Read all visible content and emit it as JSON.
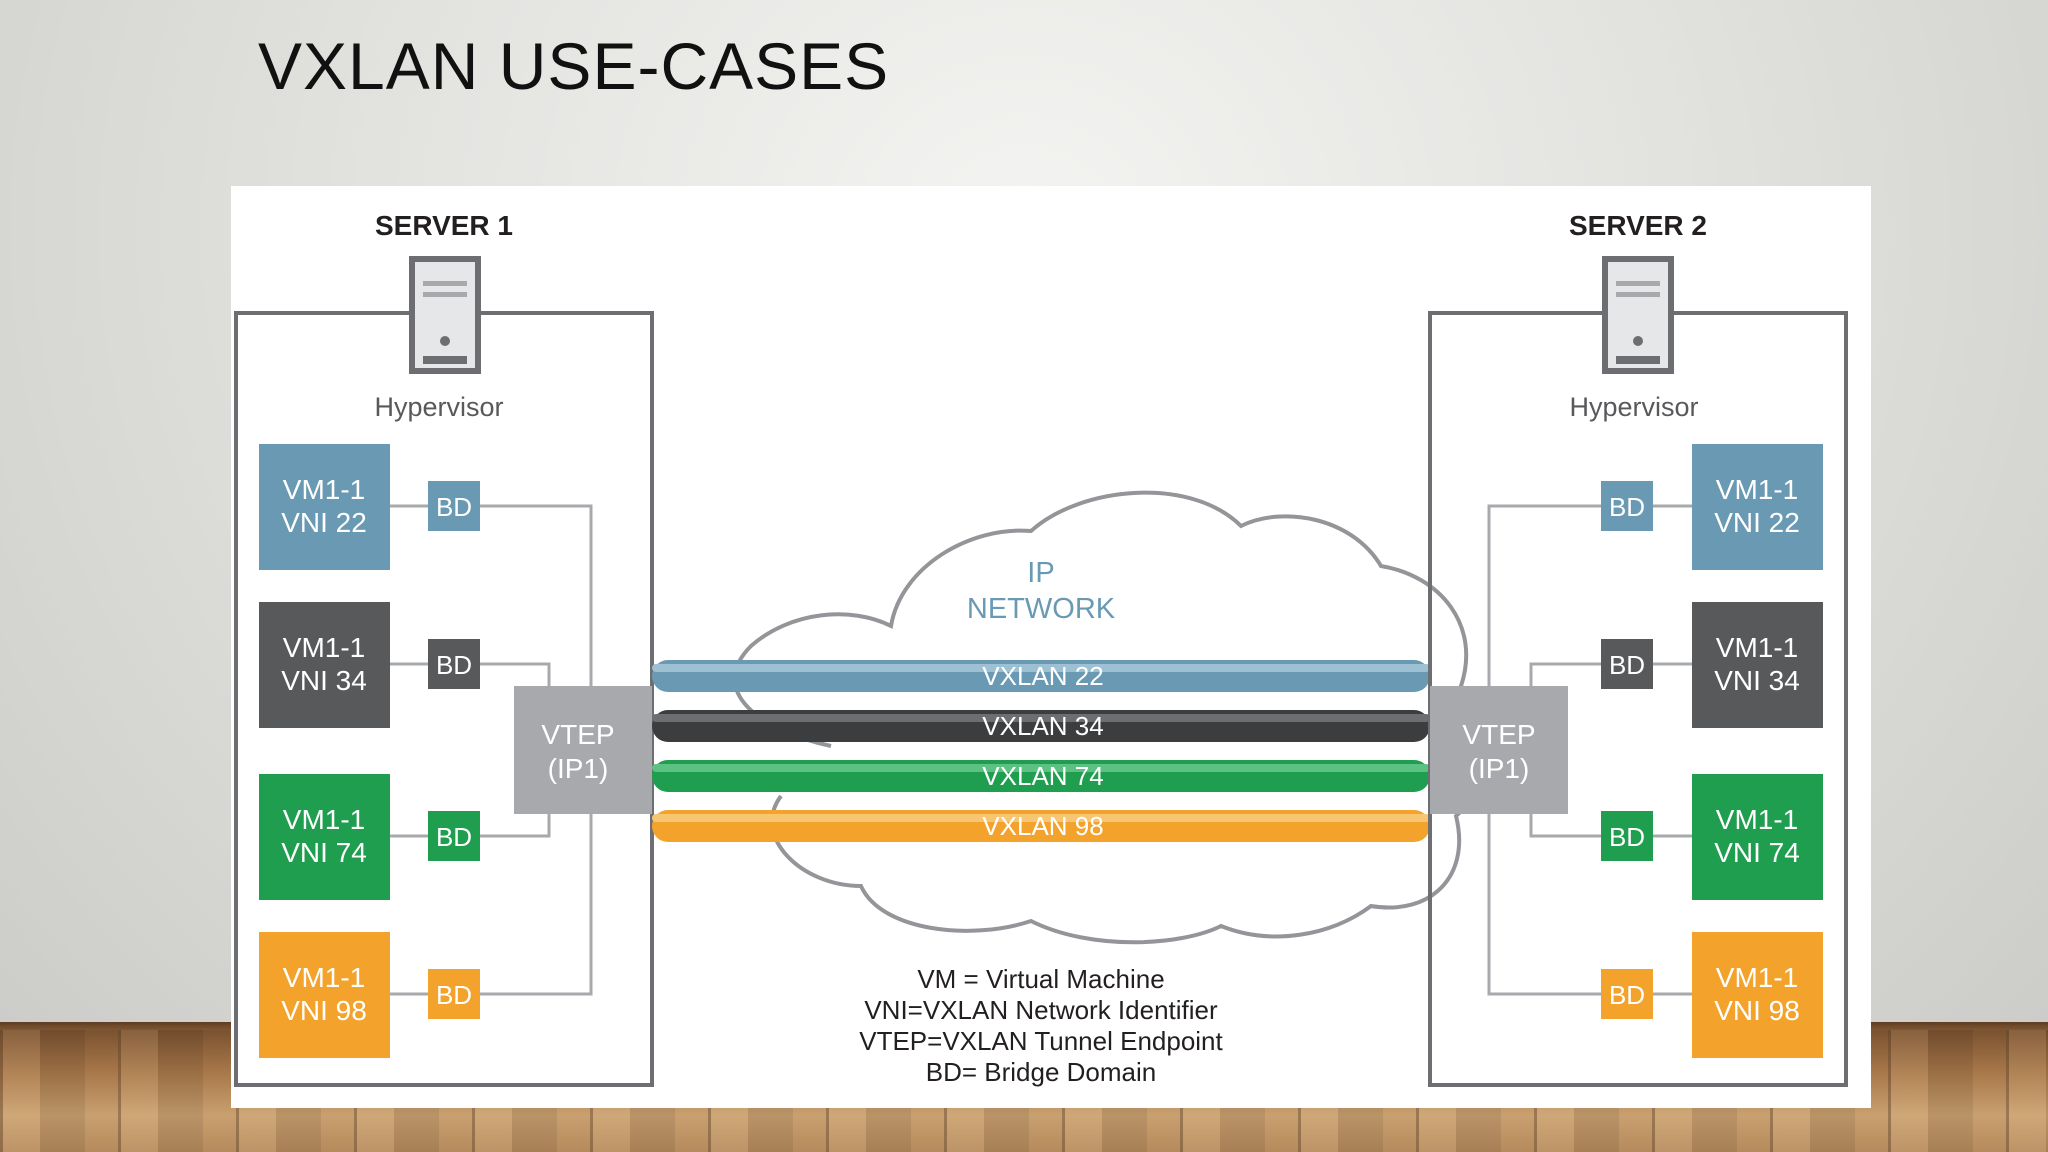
{
  "slide": {
    "title": "VXLAN USE-CASES"
  },
  "colors": {
    "blue": "#6a9ab3",
    "dark": "#58595b",
    "green": "#1f9e4f",
    "orange": "#f3a32b",
    "vtep": "#a7a9ac",
    "frame": "#6d6e71",
    "text": "#231f20"
  },
  "server1": {
    "label": "SERVER 1",
    "hypervisor": "Hypervisor",
    "vtep_line1": "VTEP",
    "vtep_line2": "(IP1)",
    "bd_label": "BD",
    "vms": [
      {
        "line1": "VM1-1",
        "line2": "VNI 22",
        "color": "blue"
      },
      {
        "line1": "VM1-1",
        "line2": "VNI 34",
        "color": "dark"
      },
      {
        "line1": "VM1-1",
        "line2": "VNI 74",
        "color": "green"
      },
      {
        "line1": "VM1-1",
        "line2": "VNI 98",
        "color": "orange"
      }
    ]
  },
  "server2": {
    "label": "SERVER 2",
    "hypervisor": "Hypervisor",
    "vtep_line1": "VTEP",
    "vtep_line2": "(IP1)",
    "bd_label": "BD",
    "vms": [
      {
        "line1": "VM1-1",
        "line2": "VNI 22",
        "color": "blue"
      },
      {
        "line1": "VM1-1",
        "line2": "VNI 34",
        "color": "dark"
      },
      {
        "line1": "VM1-1",
        "line2": "VNI 74",
        "color": "green"
      },
      {
        "line1": "VM1-1",
        "line2": "VNI 98",
        "color": "orange"
      }
    ]
  },
  "network": {
    "line1": "IP",
    "line2": "NETWORK",
    "tunnels": [
      {
        "label": "VXLAN 22",
        "color": "blue"
      },
      {
        "label": "VXLAN 34",
        "color": "dark"
      },
      {
        "label": "VXLAN 74",
        "color": "green"
      },
      {
        "label": "VXLAN 98",
        "color": "orange"
      }
    ]
  },
  "legend": {
    "vm": "VM = Virtual Machine",
    "vni": "VNI=VXLAN Network Identifier",
    "vtep": "VTEP=VXLAN Tunnel Endpoint",
    "bd": "BD= Bridge Domain"
  }
}
